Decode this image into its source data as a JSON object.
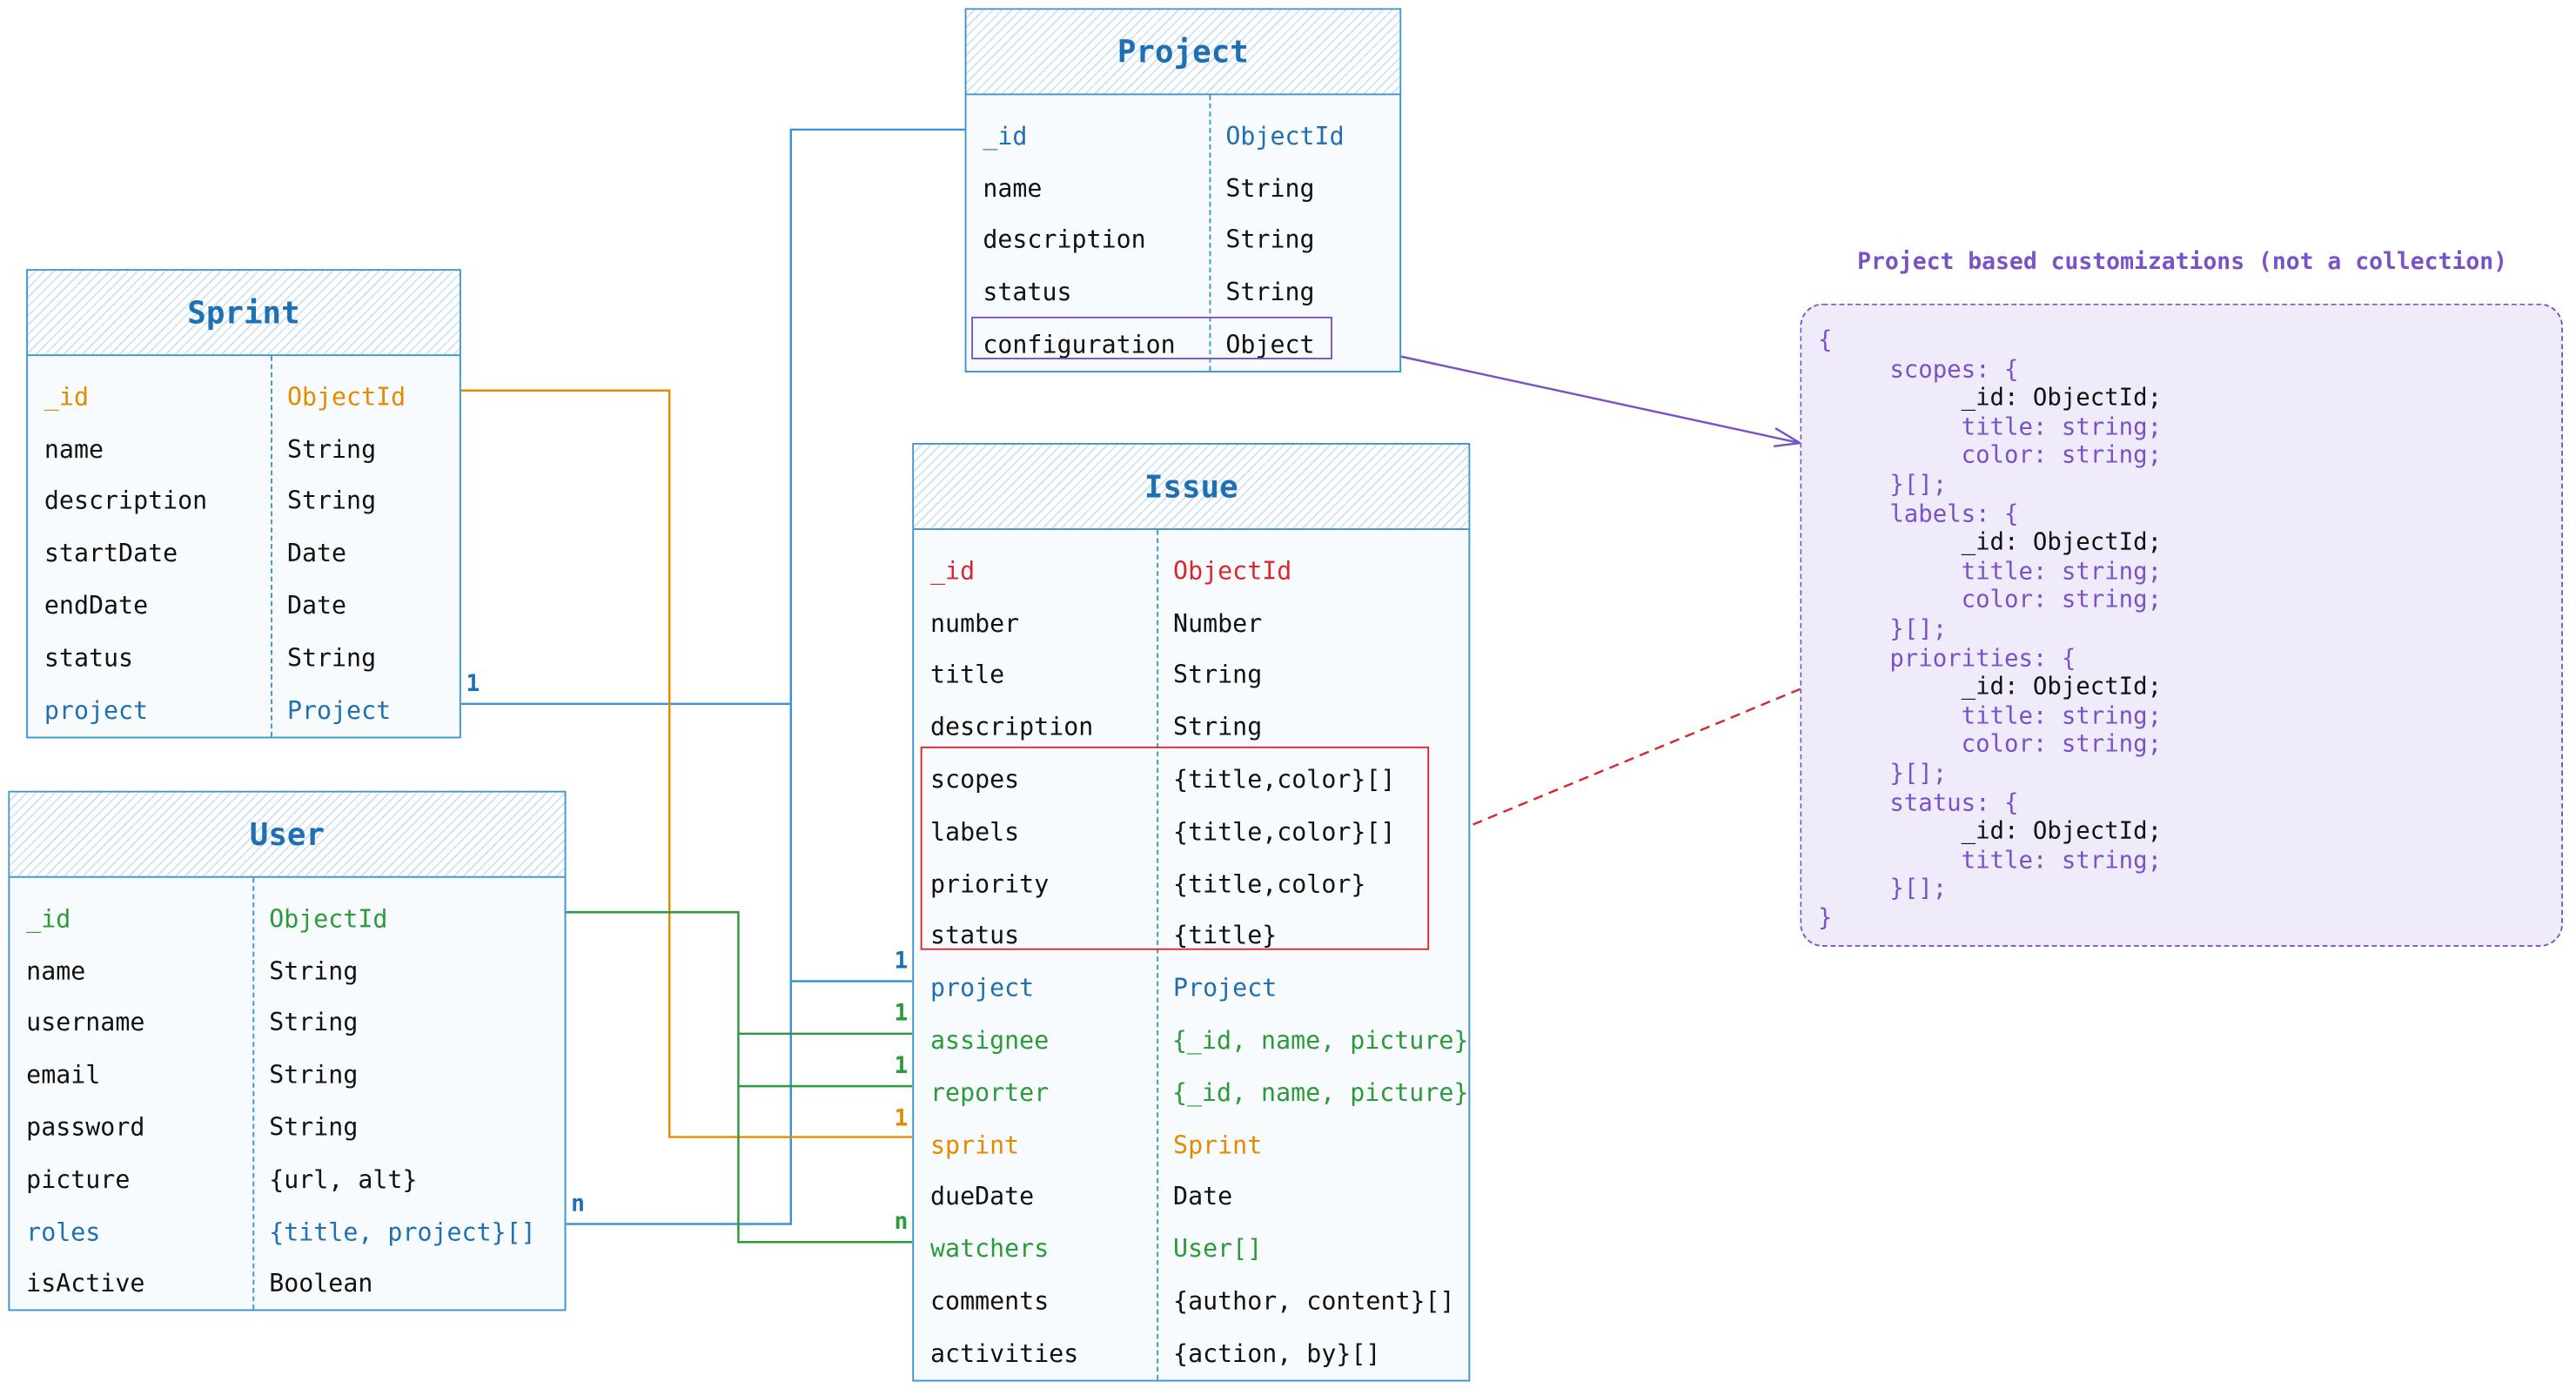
{
  "entities": {
    "project": {
      "title": "Project",
      "rows": [
        {
          "field": "_id",
          "type": "ObjectId"
        },
        {
          "field": "name",
          "type": "String"
        },
        {
          "field": "description",
          "type": "String"
        },
        {
          "field": "status",
          "type": "String"
        },
        {
          "field": "configuration",
          "type": "Object"
        }
      ]
    },
    "sprint": {
      "title": "Sprint",
      "rows": [
        {
          "field": "_id",
          "type": "ObjectId"
        },
        {
          "field": "name",
          "type": "String"
        },
        {
          "field": "description",
          "type": "String"
        },
        {
          "field": "startDate",
          "type": "Date"
        },
        {
          "field": "endDate",
          "type": "Date"
        },
        {
          "field": "status",
          "type": "String"
        },
        {
          "field": "project",
          "type": "Project"
        }
      ]
    },
    "user": {
      "title": "User",
      "rows": [
        {
          "field": "_id",
          "type": "ObjectId"
        },
        {
          "field": "name",
          "type": "String"
        },
        {
          "field": "username",
          "type": "String"
        },
        {
          "field": "email",
          "type": "String"
        },
        {
          "field": "password",
          "type": "String"
        },
        {
          "field": "picture",
          "type": "{url, alt}"
        },
        {
          "field": "roles",
          "type": "{title, project}[]"
        },
        {
          "field": "isActive",
          "type": "Boolean"
        }
      ]
    },
    "issue": {
      "title": "Issue",
      "rows": [
        {
          "field": "_id",
          "type": "ObjectId"
        },
        {
          "field": "number",
          "type": "Number"
        },
        {
          "field": "title",
          "type": "String"
        },
        {
          "field": "description",
          "type": "String"
        },
        {
          "field": "scopes",
          "type": "{title,color}[]"
        },
        {
          "field": "labels",
          "type": "{title,color}[]"
        },
        {
          "field": "priority",
          "type": "{title,color}"
        },
        {
          "field": "status",
          "type": "{title}"
        },
        {
          "field": "project",
          "type": "Project"
        },
        {
          "field": "assignee",
          "type": "{_id, name, picture}"
        },
        {
          "field": "reporter",
          "type": "{_id, name, picture}"
        },
        {
          "field": "sprint",
          "type": "Sprint"
        },
        {
          "field": "dueDate",
          "type": "Date"
        },
        {
          "field": "watchers",
          "type": "User[]"
        },
        {
          "field": "comments",
          "type": "{author, content}[]"
        },
        {
          "field": "activities",
          "type": "{action, by}[]"
        }
      ]
    }
  },
  "customization": {
    "caption": "Project based customizations (not a collection)",
    "lines": [
      {
        "k": "{",
        "v": ""
      },
      {
        "k": "     scopes: {",
        "v": ""
      },
      {
        "k": "          _id: ",
        "v": "ObjectId;",
        "kdark": true
      },
      {
        "k": "          title: string;",
        "v": ""
      },
      {
        "k": "          color: string;",
        "v": ""
      },
      {
        "k": "     }[];",
        "v": ""
      },
      {
        "k": "     labels: {",
        "v": ""
      },
      {
        "k": "          _id: ",
        "v": "ObjectId;",
        "kdark": true
      },
      {
        "k": "          title: string;",
        "v": ""
      },
      {
        "k": "          color: string;",
        "v": ""
      },
      {
        "k": "     }[];",
        "v": ""
      },
      {
        "k": "     priorities: {",
        "v": ""
      },
      {
        "k": "          _id: ",
        "v": "ObjectId;",
        "kdark": true
      },
      {
        "k": "          title: string;",
        "v": ""
      },
      {
        "k": "          color: string;",
        "v": ""
      },
      {
        "k": "     }[];",
        "v": ""
      },
      {
        "k": "     status: {",
        "v": ""
      },
      {
        "k": "          _id: ",
        "v": "ObjectId;",
        "kdark": true
      },
      {
        "k": "          title: string;",
        "v": ""
      },
      {
        "k": "     }[];",
        "v": ""
      },
      {
        "k": "}",
        "v": ""
      }
    ]
  },
  "multiplicities": {
    "sprint_project": "1",
    "issue_project": "1",
    "issue_assignee": "1",
    "issue_reporter": "1",
    "issue_sprint": "1",
    "issue_watchers": "n",
    "user_roles": "n"
  },
  "colors": {
    "blue": "#1f6fb3",
    "orange": "#e58a00",
    "green": "#2b9a3a",
    "red": "#d6282f",
    "purple": "#7a52c7"
  }
}
